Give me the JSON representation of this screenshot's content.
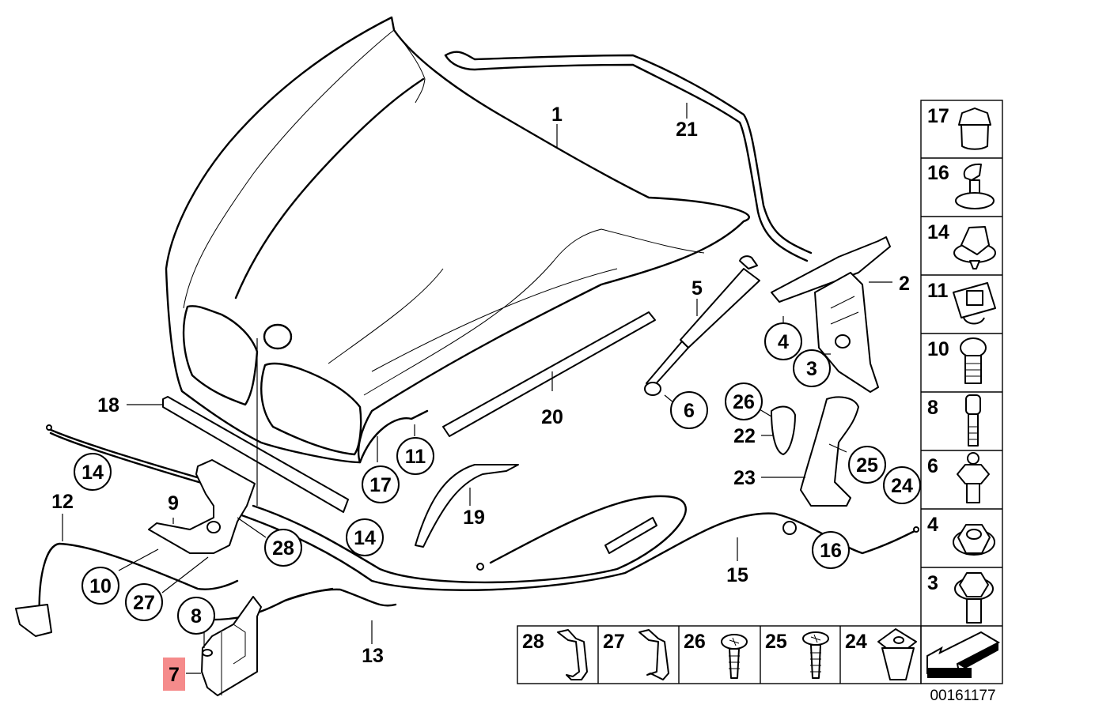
{
  "diagram": {
    "title": "Hood / bonnet lock and release parts diagram",
    "reference_number": "00161177",
    "highlighted_part": "7",
    "highlight_color": "#f58b8b",
    "callouts_plain": [
      "1",
      "2",
      "5",
      "7",
      "9",
      "12",
      "13",
      "15",
      "18",
      "19",
      "20",
      "21",
      "22",
      "23"
    ],
    "callouts_circled": [
      "3",
      "4",
      "6",
      "8",
      "10",
      "11",
      "14",
      "14",
      "16",
      "17",
      "24",
      "25",
      "26",
      "27",
      "28"
    ],
    "labels": {
      "p1": "1",
      "p2": "2",
      "p3": "3",
      "p4": "4",
      "p5": "5",
      "p6": "6",
      "p7": "7",
      "p8": "8",
      "p9": "9",
      "p10": "10",
      "p11": "11",
      "p12": "12",
      "p13": "13",
      "p14a": "14",
      "p14b": "14",
      "p15": "15",
      "p16": "16",
      "p17": "17",
      "p18": "18",
      "p19": "19",
      "p20": "20",
      "p21": "21",
      "p22": "22",
      "p23": "23",
      "p24": "24",
      "p25": "25",
      "p26": "26",
      "p27": "27",
      "p28": "28"
    }
  },
  "side_table": {
    "cells": [
      {
        "label": "17",
        "icon": "hex-cap-icon"
      },
      {
        "label": "16",
        "icon": "clip-icon"
      },
      {
        "label": "14",
        "icon": "cable-clip-icon"
      },
      {
        "label": "11",
        "icon": "rubber-buffer-icon"
      },
      {
        "label": "10",
        "icon": "torx-bolt-icon"
      },
      {
        "label": "8",
        "icon": "socket-screw-icon"
      },
      {
        "label": "6",
        "icon": "ball-stud-icon"
      },
      {
        "label": "4",
        "icon": "hex-nut-icon"
      },
      {
        "label": "3",
        "icon": "hex-bolt-icon"
      }
    ],
    "direction_icon": "front-direction-arrow-icon"
  },
  "bottom_table": {
    "cells": [
      {
        "label": "28",
        "icon": "cable-holder-icon"
      },
      {
        "label": "27",
        "icon": "cable-holder-icon"
      },
      {
        "label": "26",
        "icon": "phillips-screw-icon"
      },
      {
        "label": "25",
        "icon": "phillips-screw-icon"
      },
      {
        "label": "24",
        "icon": "expanding-nut-icon"
      }
    ]
  }
}
